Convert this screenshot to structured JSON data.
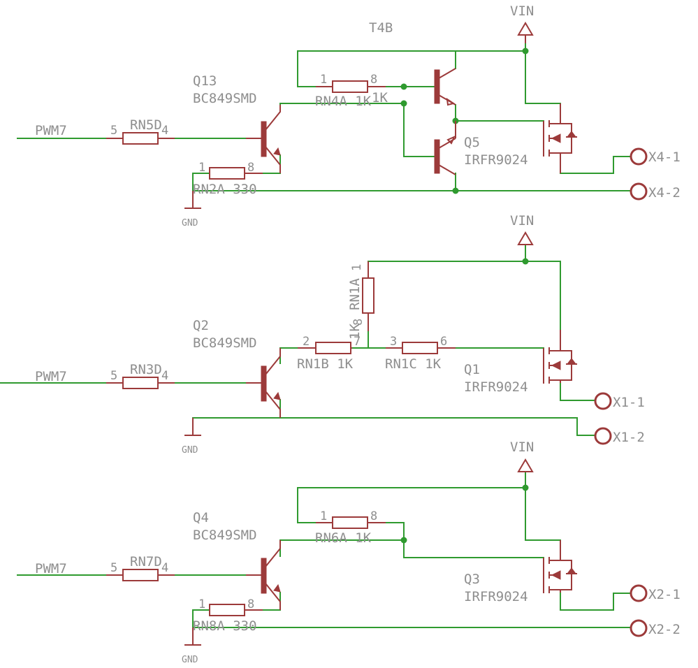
{
  "labels": {
    "t4b": "T4B",
    "vin_top": "VIN",
    "vin_mid": "VIN",
    "vin_bot": "VIN",
    "q13_name": "Q13",
    "q13_value": "BC849SMD",
    "q2_name": "Q2",
    "q2_value": "BC849SMD",
    "q4_name": "Q4",
    "q4_value": "BC849SMD",
    "q5_name": "Q5",
    "q5_value": "IRFR9024",
    "q1_name": "Q1",
    "q1_value": "IRFR9024",
    "q3_name": "Q3",
    "q3_value": "IRFR9024",
    "net_pwm_top": "PWM7",
    "net_pwm_mid": "PWM7",
    "net_pwm_bot": "PWM7",
    "rn5d": "RN5D",
    "rn3d": "RN3D",
    "rn7d": "RN7D",
    "rn4a": "RN4A 1K",
    "rn2a": "RN2A 330",
    "rn1b": "RN1B 1K",
    "rn1c": "RN1C 1K",
    "rn1a": "RN1A",
    "rn1a_value": "1K",
    "rn6a": "RN6A 1K",
    "rn8a": "RN8A 330",
    "overlap_1k": "1K",
    "gnd_top": "GND",
    "gnd_mid": "GND",
    "gnd_bot": "GND",
    "x4_1": "X4-1",
    "x4_2": "X4-2",
    "x1_1": "X1-1",
    "x1_2": "X1-2",
    "x2_1": "X2-1",
    "x2_2": "X2-2"
  },
  "pins": {
    "rn5d_a": "5",
    "rn5d_b": "4",
    "rn4a_a": "1",
    "rn4a_b": "8",
    "rn2a_a": "1",
    "rn2a_b": "8",
    "rn3d_a": "5",
    "rn3d_b": "4",
    "rn1b_a": "2",
    "rn1b_b": "7",
    "rn1c_a": "3",
    "rn1c_b": "6",
    "rn1a_a": "1",
    "rn1a_b": "8",
    "rn7d_a": "5",
    "rn7d_b": "4",
    "rn6a_a": "1",
    "rn6a_b": "8",
    "rn8a_a": "1",
    "rn8a_b": "8"
  },
  "colors": {
    "wire": "#2f9a2f",
    "part": "#9c3a3a",
    "label": "#8e8e8e"
  }
}
